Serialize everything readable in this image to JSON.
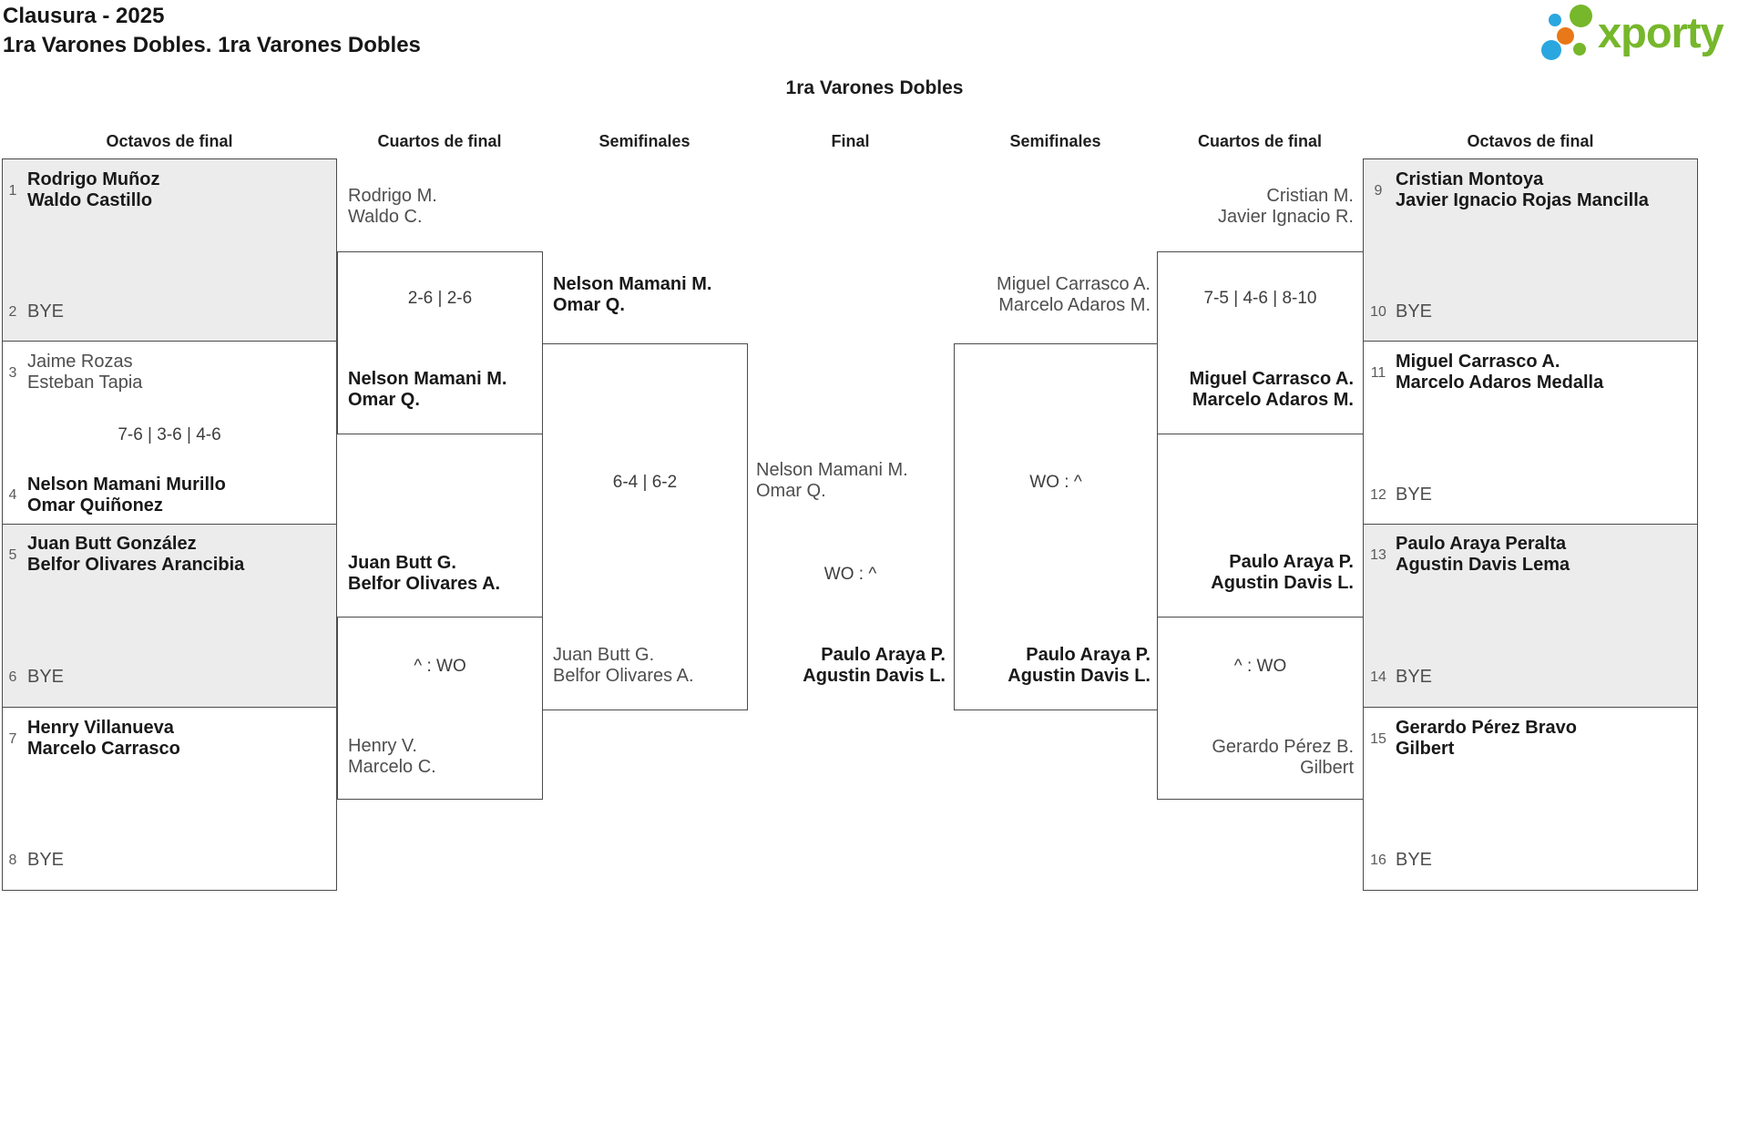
{
  "header": {
    "title": "Clausura - 2025",
    "subtitle": "1ra Varones Dobles. 1ra Varones Dobles"
  },
  "logo": {
    "text": "xporty"
  },
  "bracket": {
    "title": "1ra Varones Dobles",
    "rounds": [
      "Octavos de final",
      "Cuartos de final",
      "Semifinales",
      "Final",
      "Semifinales",
      "Cuartos de final",
      "Octavos de final"
    ]
  },
  "matches": {
    "o_left_1": {
      "p1_seed": "1",
      "p1": [
        "Rodrigo Muñoz",
        "Waldo Castillo"
      ],
      "p2_seed": "2",
      "p2_bye": "BYE"
    },
    "o_left_2": {
      "p1_seed": "3",
      "p1": [
        "Jaime Rozas",
        "Esteban Tapia"
      ],
      "score": "7-6 | 3-6 | 4-6",
      "p2_seed": "4",
      "p2": [
        "Nelson Mamani Murillo",
        "Omar Quiñonez"
      ]
    },
    "o_left_3": {
      "p1_seed": "5",
      "p1": [
        "Juan Butt González",
        "Belfor Olivares Arancibia"
      ],
      "p2_seed": "6",
      "p2_bye": "BYE"
    },
    "o_left_4": {
      "p1_seed": "7",
      "p1": [
        "Henry Villanueva",
        "Marcelo Carrasco"
      ],
      "p2_seed": "8",
      "p2_bye": "BYE"
    },
    "qf_left_1": {
      "p1": [
        "Rodrigo M.",
        "Waldo C."
      ],
      "score": "2-6 | 2-6",
      "p2": [
        "Nelson Mamani M.",
        "Omar Q."
      ]
    },
    "qf_left_2": {
      "p1": [
        "Juan Butt G.",
        "Belfor Olivares A."
      ],
      "score": "^ : WO",
      "p2": [
        "Henry V.",
        "Marcelo C."
      ]
    },
    "sf_left": {
      "p1": [
        "Nelson Mamani M.",
        "Omar Q."
      ],
      "score": "6-4 | 6-2",
      "p2": [
        "Juan Butt G.",
        "Belfor Olivares A."
      ]
    },
    "final": {
      "p1": [
        "Nelson Mamani M.",
        "Omar Q."
      ],
      "score": "WO : ^",
      "p2": [
        "Paulo Araya P.",
        "Agustin Davis L."
      ]
    },
    "sf_right": {
      "p1": [
        "Miguel Carrasco A.",
        "Marcelo Adaros M."
      ],
      "score": "WO : ^",
      "p2": [
        "Paulo Araya P.",
        "Agustin Davis L."
      ]
    },
    "qf_right_1": {
      "p1": [
        "Cristian M.",
        "Javier Ignacio R."
      ],
      "score": "7-5 | 4-6 | 8-10",
      "p2": [
        "Miguel Carrasco A.",
        "Marcelo Adaros M."
      ]
    },
    "qf_right_2": {
      "p1": [
        "Paulo Araya P.",
        "Agustin Davis L."
      ],
      "score": "^ : WO",
      "p2": [
        "Gerardo Pérez B.",
        "Gilbert"
      ]
    },
    "o_right_1": {
      "p1_seed": "9",
      "p1": [
        "Cristian Montoya",
        "Javier Ignacio Rojas Mancilla"
      ],
      "p2_seed": "10",
      "p2_bye": "BYE"
    },
    "o_right_2": {
      "p1_seed": "11",
      "p1": [
        "Miguel Carrasco A.",
        "Marcelo Adaros Medalla"
      ],
      "p2_seed": "12",
      "p2_bye": "BYE"
    },
    "o_right_3": {
      "p1_seed": "13",
      "p1": [
        "Paulo Araya Peralta",
        "Agustin Davis Lema"
      ],
      "p2_seed": "14",
      "p2_bye": "BYE"
    },
    "o_right_4": {
      "p1_seed": "15",
      "p1": [
        "Gerardo Pérez Bravo",
        "Gilbert"
      ],
      "p2_seed": "16",
      "p2_bye": "BYE"
    }
  },
  "colors": {
    "brand_green": "#76b72b",
    "brand_blue": "#2aa7de",
    "brand_orange": "#e87818",
    "box_fill": "#ececec",
    "line_color": "#4b4b4b"
  }
}
